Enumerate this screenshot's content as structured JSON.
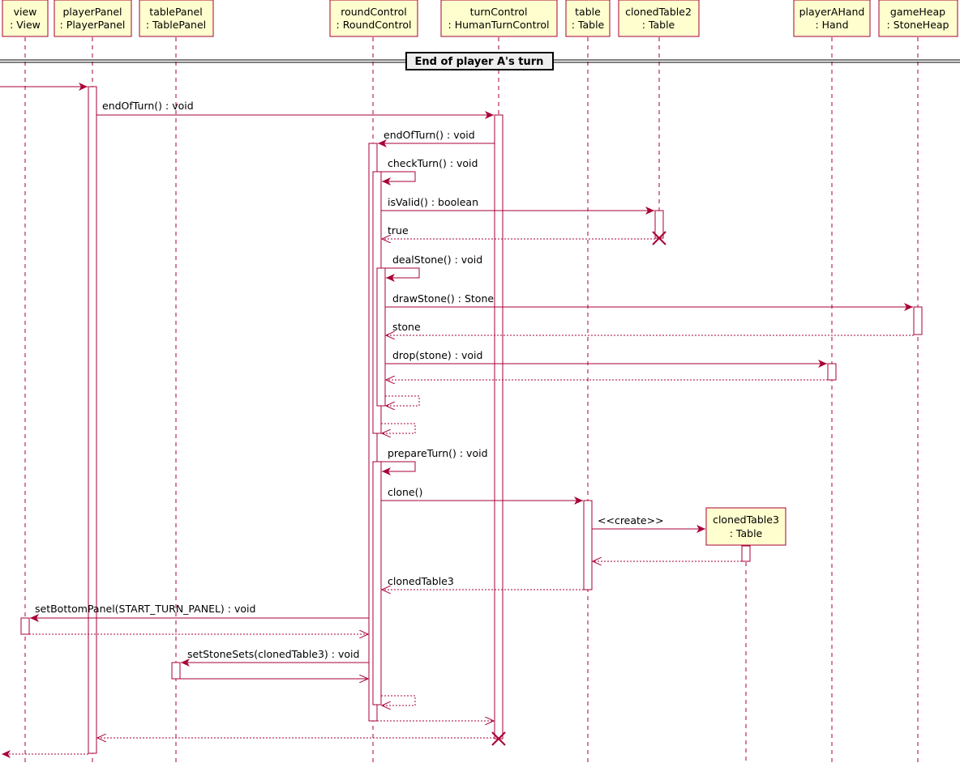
{
  "colors": {
    "line": "#A80036",
    "participant_fill": "#FEFECE",
    "lifeline_fill": "#FFFFFF",
    "divider_fill": "#EEEEEE"
  },
  "divider": {
    "label": "End of player A's turn"
  },
  "participants": [
    {
      "id": "view",
      "name": "view",
      "type": ": View"
    },
    {
      "id": "playerPanel",
      "name": "playerPanel",
      "type": ": PlayerPanel"
    },
    {
      "id": "tablePanel",
      "name": "tablePanel",
      "type": ": TablePanel"
    },
    {
      "id": "roundControl",
      "name": "roundControl",
      "type": ": RoundControl"
    },
    {
      "id": "turnControl",
      "name": "turnControl",
      "type": ": HumanTurnControl"
    },
    {
      "id": "table",
      "name": "table",
      "type": ": Table"
    },
    {
      "id": "clonedTable2",
      "name": "clonedTable2",
      "type": ": Table"
    },
    {
      "id": "playerAHand",
      "name": "playerAHand",
      "type": ": Hand"
    },
    {
      "id": "gameHeap",
      "name": "gameHeap",
      "type": ": StoneHeap"
    }
  ],
  "created_participant": {
    "id": "clonedTable3",
    "name": "clonedTable3",
    "type": ": Table"
  },
  "messages": [
    {
      "id": "m1",
      "label": "endOfTurn() : void"
    },
    {
      "id": "m2",
      "label": "endOfTurn() : void"
    },
    {
      "id": "m3",
      "label": "checkTurn() : void"
    },
    {
      "id": "m4",
      "label": "isValid() : boolean"
    },
    {
      "id": "m5",
      "label": "true"
    },
    {
      "id": "m6",
      "label": "dealStone() : void"
    },
    {
      "id": "m7",
      "label": "drawStone() : Stone"
    },
    {
      "id": "m8",
      "label": "stone"
    },
    {
      "id": "m9",
      "label": "drop(stone) : void"
    },
    {
      "id": "m10",
      "label": "prepareTurn() : void"
    },
    {
      "id": "m11",
      "label": "clone()"
    },
    {
      "id": "m12",
      "label": "<<create>>"
    },
    {
      "id": "m13",
      "label": "clonedTable3"
    },
    {
      "id": "m14",
      "label": "setBottomPanel(START_TURN_PANEL) : void"
    },
    {
      "id": "m15",
      "label": "setStoneSets(clonedTable3) : void"
    }
  ]
}
